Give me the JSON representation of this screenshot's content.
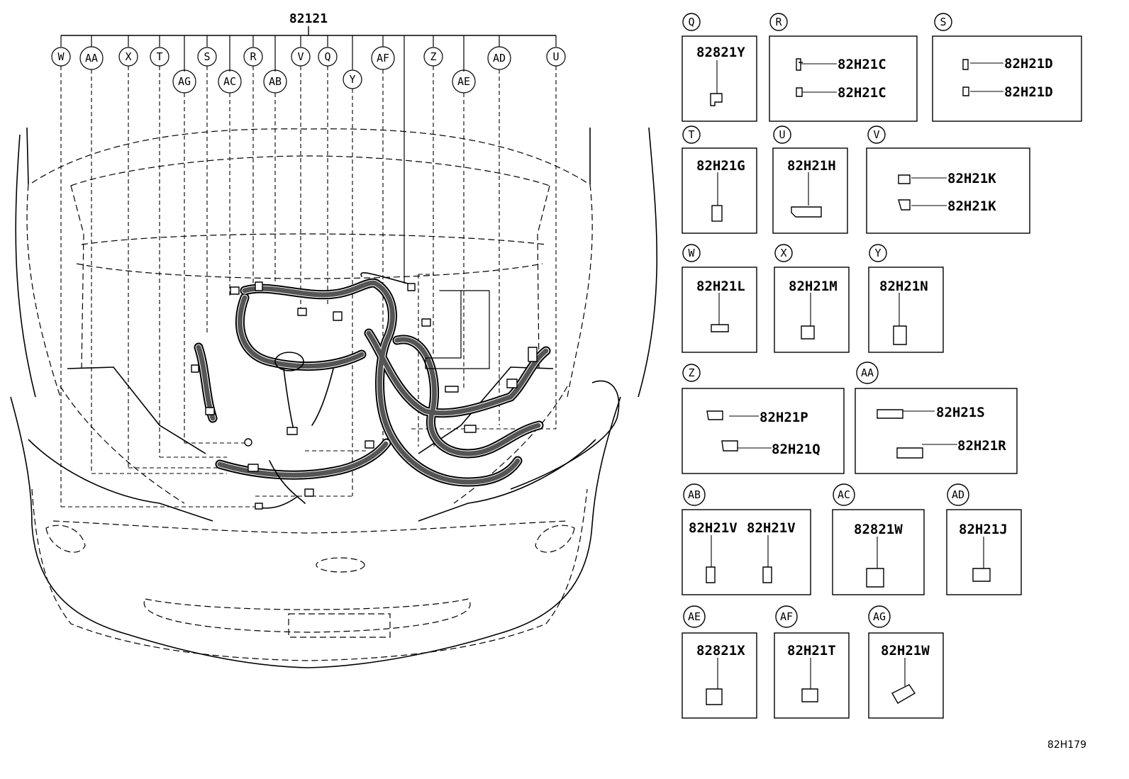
{
  "main_assembly": {
    "part_number": "82121"
  },
  "callouts_top": [
    "W",
    "AA",
    "X",
    "T",
    "S",
    "R",
    "V",
    "Q",
    "AF",
    "Z",
    "AD",
    "U"
  ],
  "callouts_lower": [
    "AG",
    "AC",
    "AB",
    "Y",
    "AE"
  ],
  "boxes": {
    "Q": {
      "tag": "Q",
      "parts": [
        "82821Y"
      ]
    },
    "R": {
      "tag": "R",
      "parts": [
        "82H21C",
        "82H21C"
      ]
    },
    "S": {
      "tag": "S",
      "parts": [
        "82H21D",
        "82H21D"
      ]
    },
    "T": {
      "tag": "T",
      "parts": [
        "82H21G"
      ]
    },
    "U": {
      "tag": "U",
      "parts": [
        "82H21H"
      ]
    },
    "V": {
      "tag": "V",
      "parts": [
        "82H21K",
        "82H21K"
      ]
    },
    "W": {
      "tag": "W",
      "parts": [
        "82H21L"
      ]
    },
    "X": {
      "tag": "X",
      "parts": [
        "82H21M"
      ]
    },
    "Y": {
      "tag": "Y",
      "parts": [
        "82H21N"
      ]
    },
    "Z": {
      "tag": "Z",
      "parts": [
        "82H21P",
        "82H21Q"
      ]
    },
    "AA": {
      "tag": "AA",
      "parts": [
        "82H21S",
        "82H21R"
      ]
    },
    "AB": {
      "tag": "AB",
      "parts": [
        "82H21V",
        "82H21V"
      ]
    },
    "AC": {
      "tag": "AC",
      "parts": [
        "82821W"
      ]
    },
    "AD": {
      "tag": "AD",
      "parts": [
        "82H21J"
      ]
    },
    "AE": {
      "tag": "AE",
      "parts": [
        "82821X"
      ]
    },
    "AF": {
      "tag": "AF",
      "parts": [
        "82H21T"
      ]
    },
    "AG": {
      "tag": "AG",
      "parts": [
        "82H21W"
      ]
    }
  },
  "diagram_ref": "82H179"
}
